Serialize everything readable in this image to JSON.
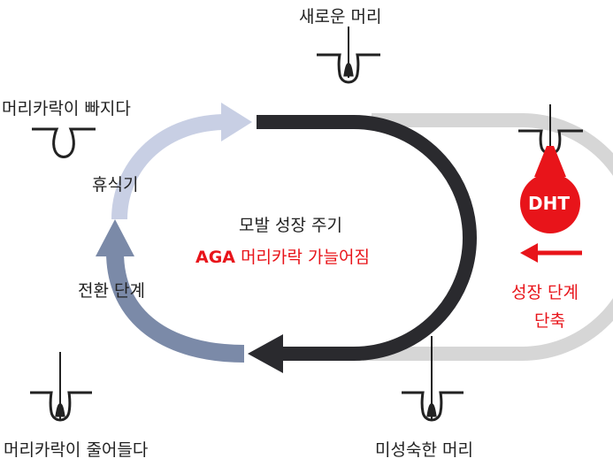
{
  "labels": {
    "new_hair": "새로운 머리",
    "hair_falls": "머리카락이 빠지다",
    "telogen": "휴식기",
    "catagen": "전환 단계",
    "hair_shrinks": "머리카락이 줄어들다",
    "immature_hair": "미성숙한 머리",
    "cycle_title": "모발 성장 주기",
    "aga_title": "AGA 머리카락 가늘어짐",
    "dht": "DHT",
    "growth_phase_line1": "성장 단계",
    "growth_phase_line2": "단축"
  },
  "colors": {
    "anagen": "#2a2a2e",
    "track": "#d6d6d6",
    "telogen": "#c8cfe4",
    "catagen": "#7b8aa8",
    "accent": "#e8141a"
  }
}
